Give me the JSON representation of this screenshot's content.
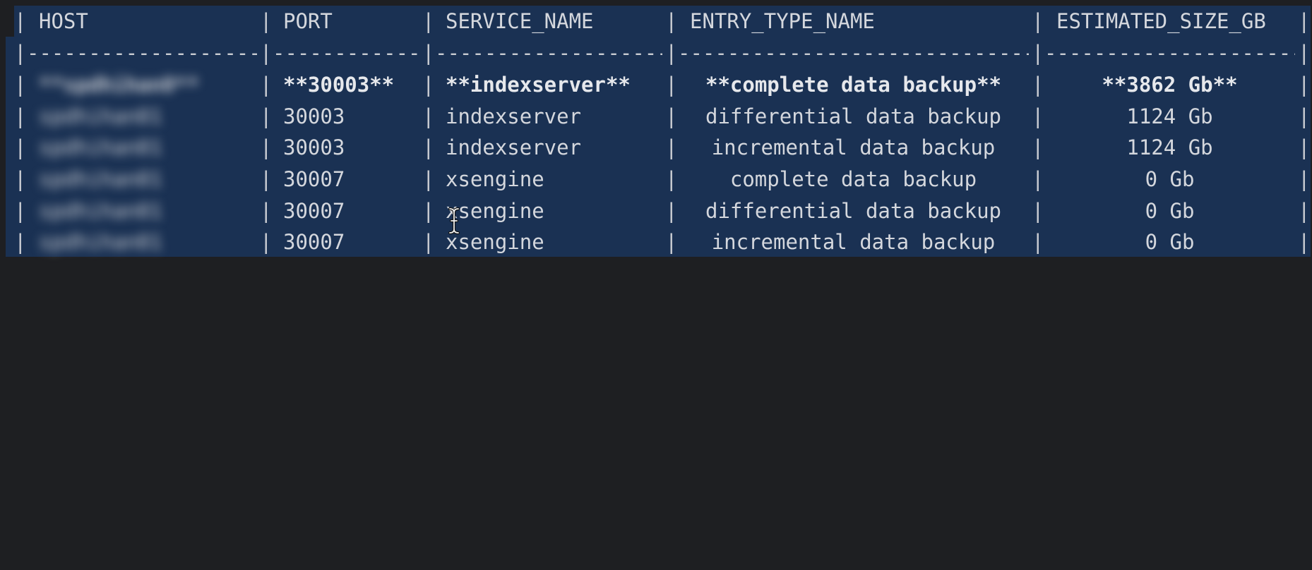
{
  "table": {
    "headers": [
      "HOST",
      "PORT",
      "SERVICE_NAME",
      "ENTRY_TYPE_NAME",
      "ESTIMATED_SIZE_GB"
    ],
    "separator": "-------------------------------------------------------------------------------------------------------------",
    "rows": [
      {
        "host": "**spdhihan0**",
        "port": "**30003**",
        "service": "**indexserver**",
        "entry_type": "**complete data backup**",
        "size": "**3862 Gb**",
        "bold": true
      },
      {
        "host": "spdhihan01",
        "port": "30003",
        "service": "indexserver",
        "entry_type": "differential data backup",
        "size": "1124 Gb"
      },
      {
        "host": "spdhihan01",
        "port": "30003",
        "service": "indexserver",
        "entry_type": "incremental data backup",
        "size": "1124 Gb"
      },
      {
        "host": "spdhihan01",
        "port": "30007",
        "service": "xsengine",
        "entry_type": "complete data backup",
        "size": "0 Gb"
      },
      {
        "host": "spdhihan01",
        "port": "30007",
        "service": "xsengine",
        "entry_type": "differential data backup",
        "size": "0 Gb"
      },
      {
        "host": "spdhihan01",
        "port": "30007",
        "service": "xsengine",
        "entry_type": "incremental data backup",
        "size": "0 Gb"
      }
    ]
  },
  "icons": {
    "cursor": "text-cursor-icon"
  },
  "colors": {
    "background": "#1e1f22",
    "selection": "#1a3153",
    "text": "#d4d7dd"
  }
}
